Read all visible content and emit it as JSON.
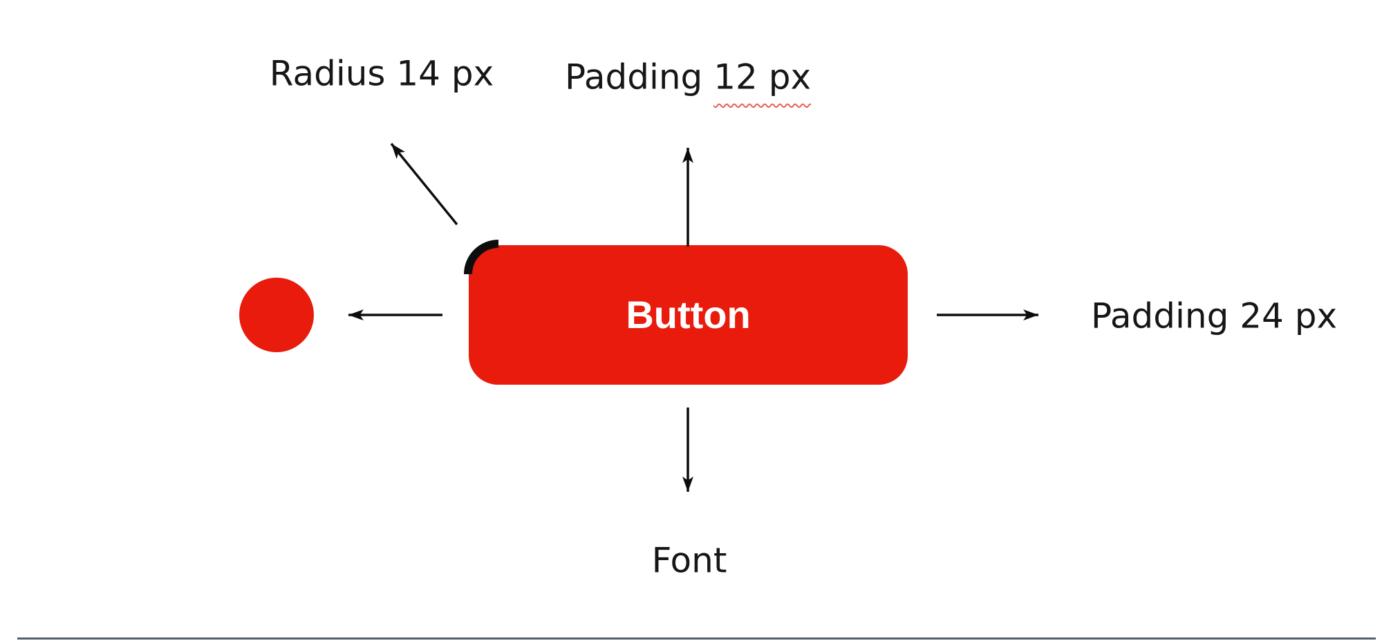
{
  "colors": {
    "accent_red": "#e81b0c",
    "arrow_black": "#0d0d0d",
    "text_black": "#161616",
    "squiggle_red": "#e8604f",
    "divider_slate": "#4e616c",
    "button_text": "#ffffff",
    "background": "#ffffff"
  },
  "button": {
    "label": "Button"
  },
  "annotations": {
    "radius": {
      "label": "Radius 14 px"
    },
    "padding_top": {
      "prefix": "Padding",
      "value": "12 px"
    },
    "padding_right": {
      "label": "Padding 24 px"
    },
    "font": {
      "label": "Font"
    },
    "color_swatch": {
      "icon": "red-circle-swatch"
    }
  }
}
